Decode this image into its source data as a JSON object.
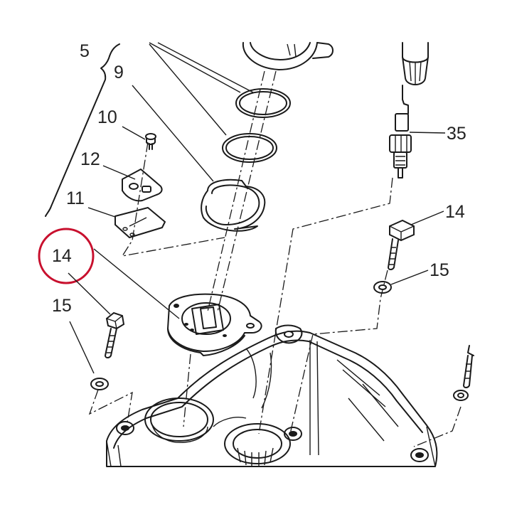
{
  "labels": {
    "l5": "5",
    "l9": "9",
    "l10": "10",
    "l12": "12",
    "l11": "11",
    "l14_left": "14",
    "l15_left": "15",
    "l35": "35",
    "l14_right": "14",
    "l15_right": "15"
  },
  "highlight": {
    "color": "#c8102e"
  }
}
